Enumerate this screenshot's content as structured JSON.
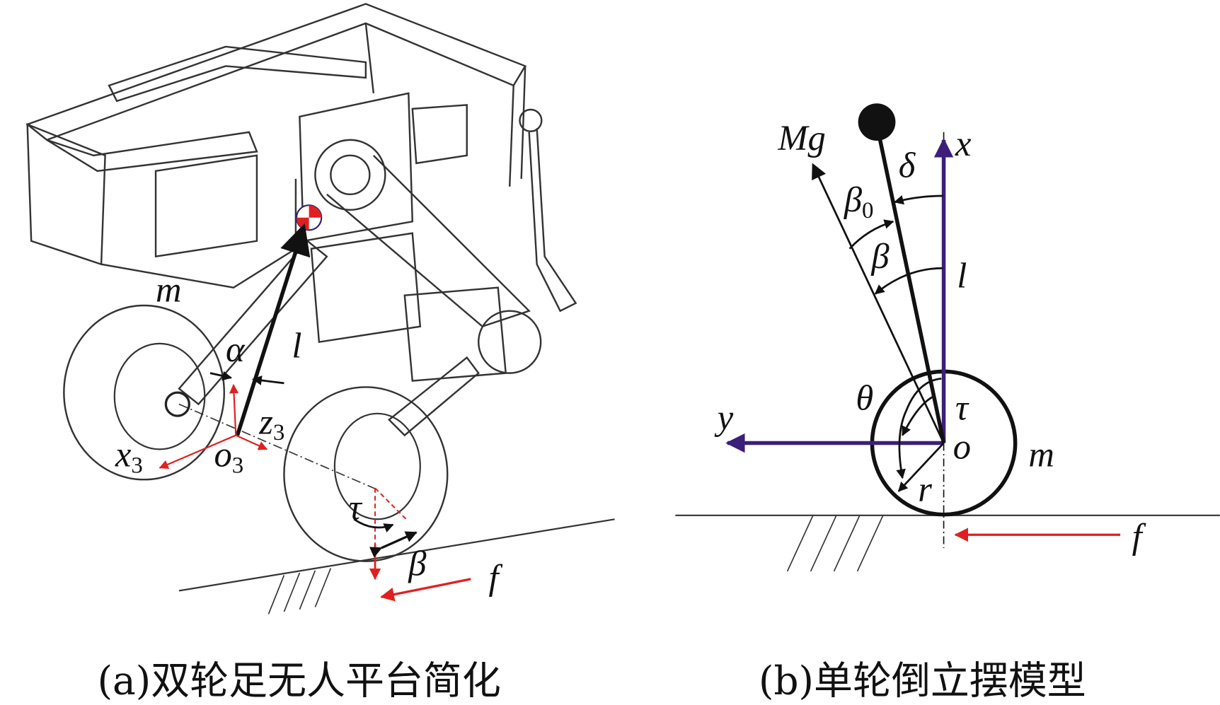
{
  "figure": {
    "panel_a": {
      "caption": "(a)双轮足无人平台简化",
      "labels": {
        "m": "m",
        "l": "l",
        "alpha": "α",
        "z3": "z",
        "z3_sub": "3",
        "x3": "x",
        "x3_sub": "3",
        "o3": "o",
        "o3_sub": "3",
        "tau": "τ",
        "beta": "β",
        "f": "f"
      }
    },
    "panel_b": {
      "caption": "(b)单轮倒立摆模型",
      "labels": {
        "Mg": "Mg",
        "delta": "δ",
        "x": "x",
        "beta0": "β",
        "beta0_sub": "0",
        "beta": "β",
        "l": "l",
        "theta": "θ",
        "tau": "τ",
        "y": "y",
        "o": "o",
        "m": "m",
        "r": "r",
        "f": "f"
      }
    },
    "colors": {
      "axis": "#3b1f7a",
      "force": "#e02020",
      "line": "#111111"
    }
  }
}
